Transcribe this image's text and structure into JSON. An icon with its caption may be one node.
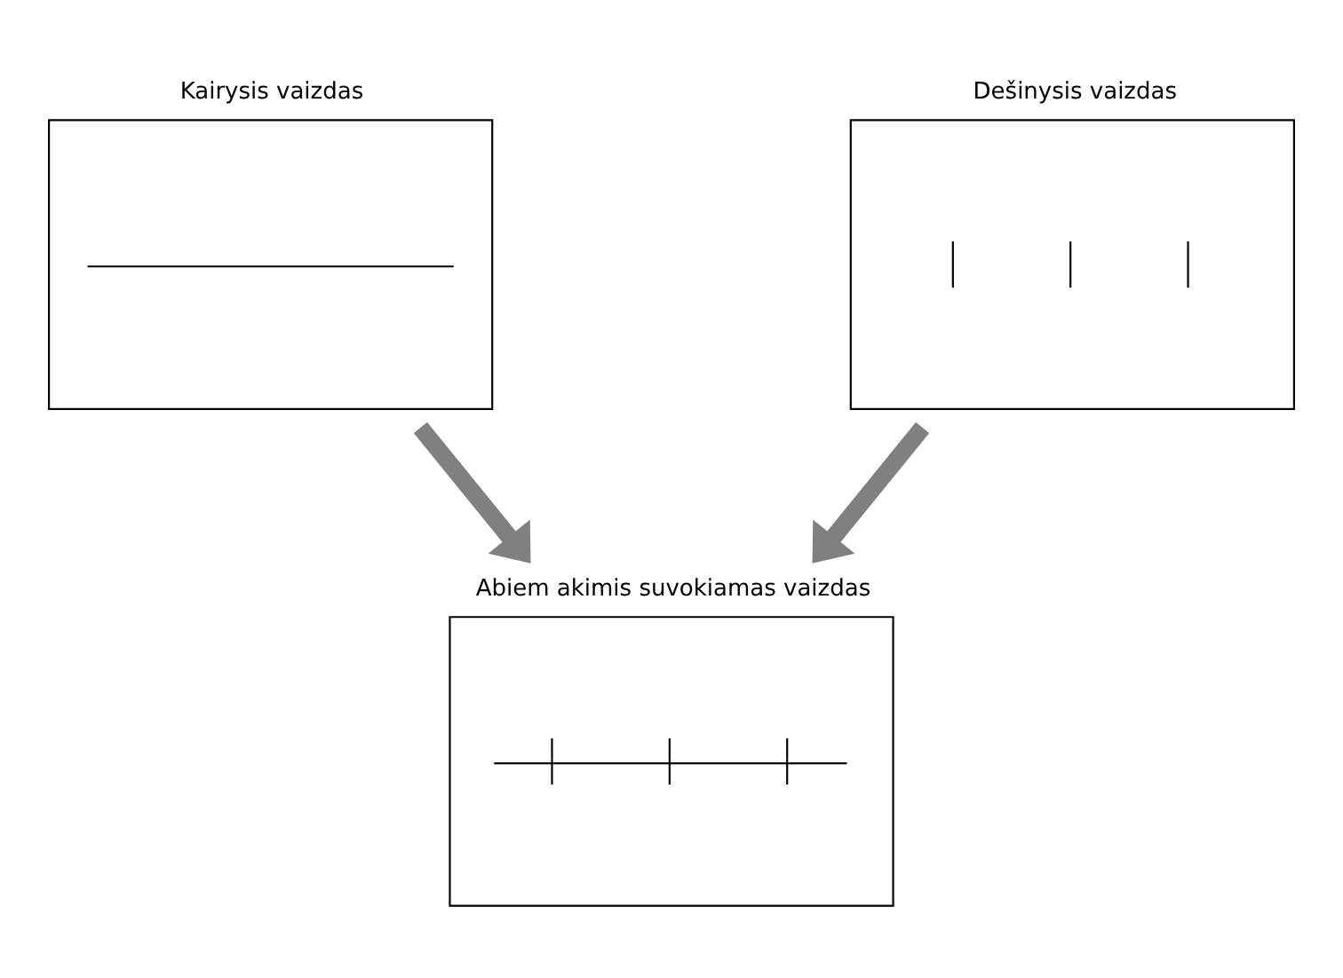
{
  "diagram": {
    "nodes": [
      {
        "text": [
          "Kairysis vaizdas"
        ]
      },
      {
        "text": [
          "Dešinysis vaizdas"
        ]
      },
      {
        "text": [
          "Abiem akimis suvokiamas vaizdas"
        ]
      }
    ],
    "edges": [
      {
        "from": 0,
        "to": 2,
        "arrow": "to"
      },
      {
        "from": 1,
        "to": 2,
        "arrow": "to"
      }
    ]
  }
}
